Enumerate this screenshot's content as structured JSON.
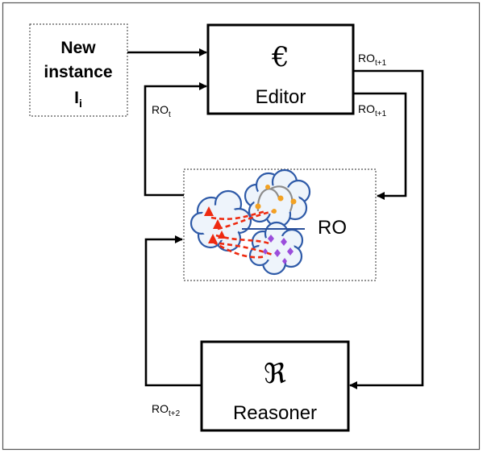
{
  "new_instance": {
    "line1": "New",
    "line2": "instance",
    "line3_base": "I",
    "line3_sub": "i"
  },
  "editor": {
    "symbol": "€",
    "label": "Editor"
  },
  "reasoner": {
    "symbol": "ℜ",
    "label": "Reasoner"
  },
  "ontology": {
    "label": "RO"
  },
  "edges": {
    "ro_t": {
      "base": "RO",
      "sub": "t"
    },
    "ro_t1_top": {
      "base": "RO",
      "sub": "t+1"
    },
    "ro_t1_mid": {
      "base": "RO",
      "sub": "t+1"
    },
    "ro_t2": {
      "base": "RO",
      "sub": "t+2"
    }
  },
  "colors": {
    "triangle": "#ee2a10",
    "dashed_link": "#ee2a10",
    "diamond": "#9b4ddb",
    "dot": "#f2a122",
    "axis": "#2a4f9a"
  }
}
